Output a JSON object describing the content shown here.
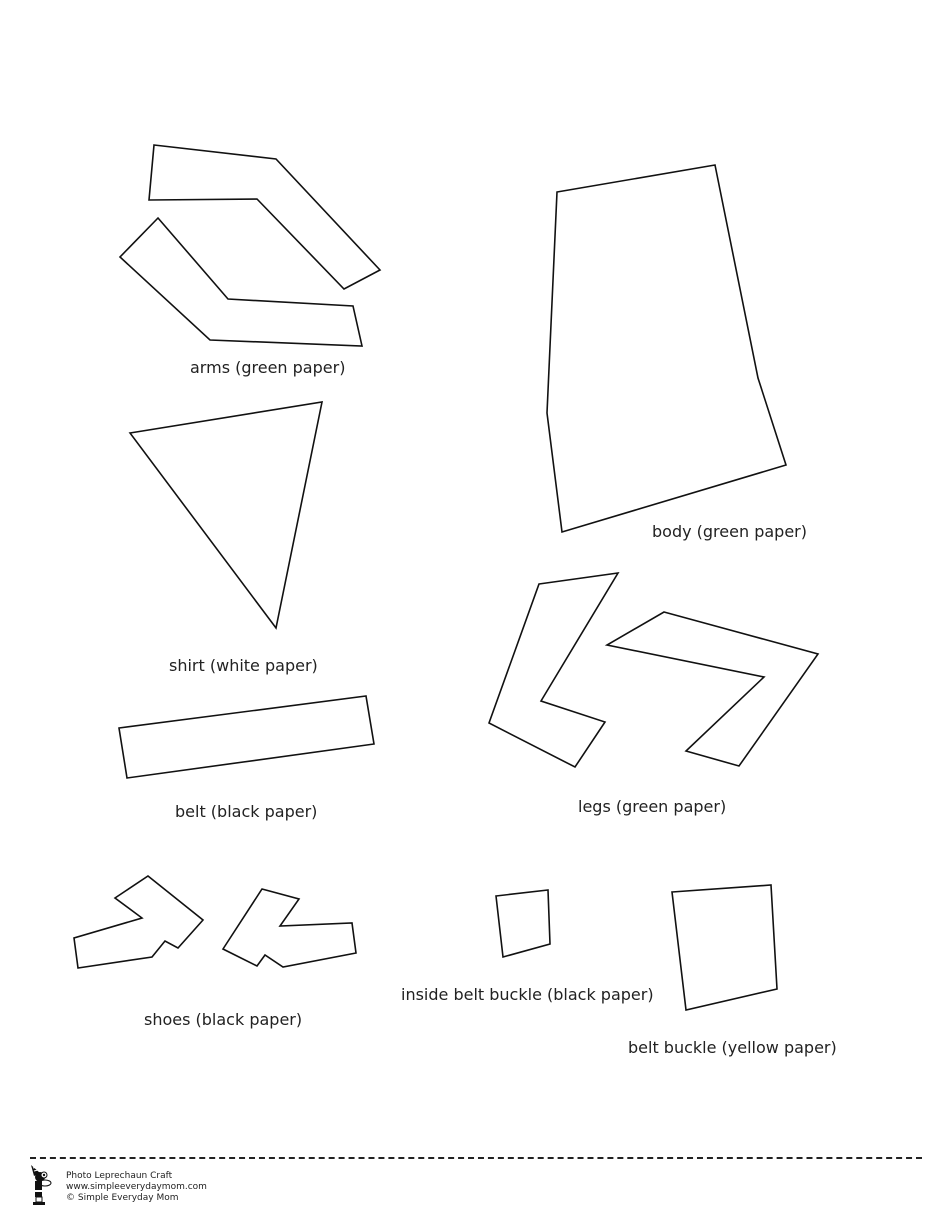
{
  "pieces": [
    {
      "id": "arms",
      "label": "arms (green paper)",
      "paper_color": "green",
      "count": 2
    },
    {
      "id": "body",
      "label": "body (green paper)",
      "paper_color": "green",
      "count": 1
    },
    {
      "id": "shirt",
      "label": "shirt (white paper)",
      "paper_color": "white",
      "count": 1
    },
    {
      "id": "legs",
      "label": "legs (green paper)",
      "paper_color": "green",
      "count": 2
    },
    {
      "id": "belt",
      "label": "belt (black paper)",
      "paper_color": "black",
      "count": 1
    },
    {
      "id": "shoes",
      "label": "shoes (black paper)",
      "paper_color": "black",
      "count": 2
    },
    {
      "id": "inside-belt-buckle",
      "label": "inside belt buckle (black paper)",
      "paper_color": "black",
      "count": 1
    },
    {
      "id": "belt-buckle",
      "label": "belt buckle (yellow paper)",
      "paper_color": "yellow",
      "count": 1
    }
  ],
  "footer": {
    "title": "Photo Leprechaun Craft",
    "website": "www.simpleeverydaymom.com",
    "copyright": "© Simple Everyday Mom",
    "logo_icon": "leprechaun-mascot-icon"
  }
}
